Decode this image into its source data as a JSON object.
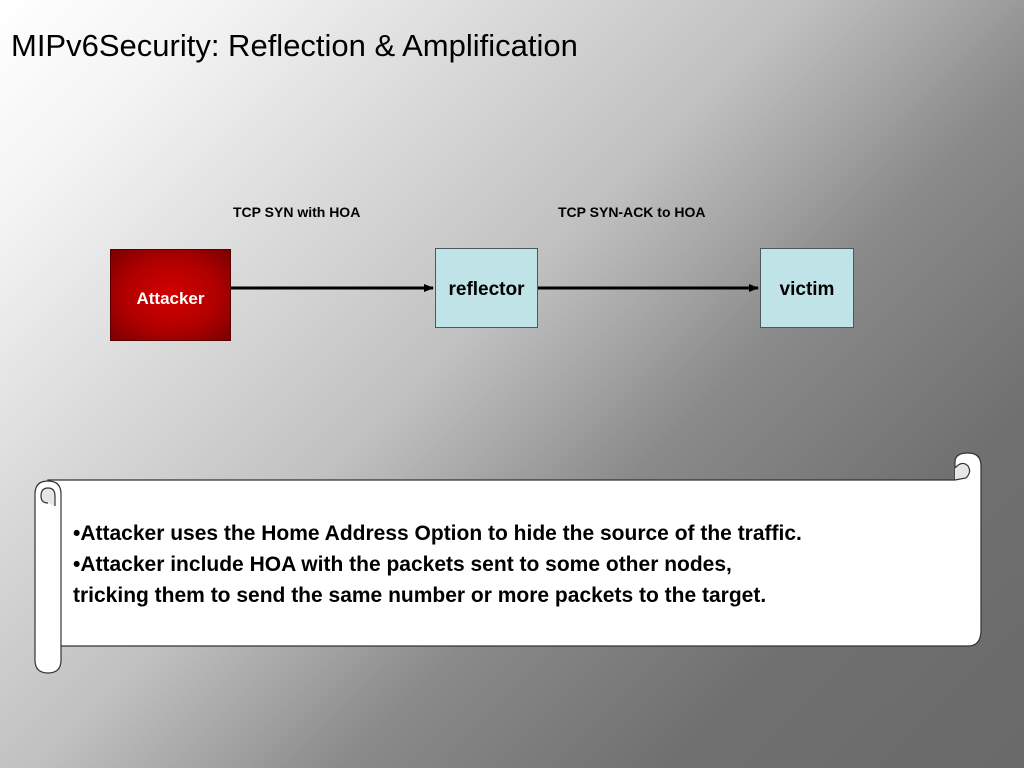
{
  "slide": {
    "title": "MIPv6Security:  Reflection & Amplification"
  },
  "diagram": {
    "nodes": {
      "attacker": "Attacker",
      "reflector": "reflector",
      "victim": "victim"
    },
    "edges": [
      {
        "from": "attacker",
        "to": "reflector",
        "label": "TCP SYN with HOA"
      },
      {
        "from": "reflector",
        "to": "victim",
        "label": "TCP SYN-ACK to  HOA"
      }
    ]
  },
  "notes": {
    "bullet_1": "•Attacker uses the Home Address Option to hide the source of the traffic.",
    "bullet_2_line_1": "•Attacker include HOA with the packets sent to some other nodes,",
    "bullet_2_line_2": "tricking them to send the same number or more packets to the target."
  },
  "colors": {
    "attacker_fill": "#c00000",
    "node_fill": "#bfe3e6",
    "scroll_fill": "#ffffff"
  }
}
